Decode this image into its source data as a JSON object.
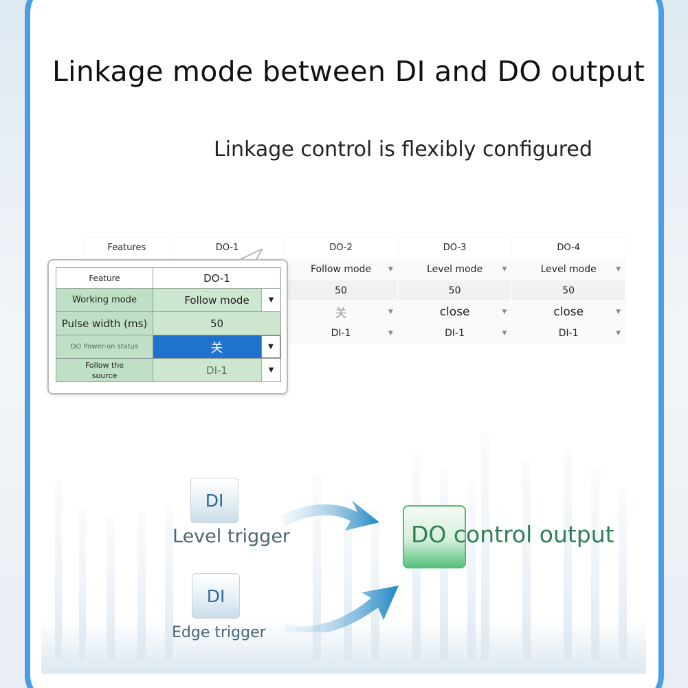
{
  "header": {
    "title": "Linkage mode between DI and DO output",
    "subtitle": "Linkage control is flexibly configured"
  },
  "table": {
    "columns": [
      "Features",
      "DO-1",
      "DO-2",
      "DO-3",
      "DO-4"
    ],
    "rows": [
      [
        "",
        "",
        "Follow mode",
        "Level mode",
        "Level mode"
      ],
      [
        "",
        "",
        "50",
        "50",
        "50"
      ],
      [
        "",
        "",
        "关",
        "close",
        "close"
      ],
      [
        "",
        "",
        "DI-1",
        "DI-1",
        "DI-1"
      ]
    ]
  },
  "popup": {
    "header": {
      "label": "Feature",
      "value": "DO-1"
    },
    "rows": [
      {
        "label": "Working mode",
        "value": "Follow mode"
      },
      {
        "label": "Pulse width (ms)",
        "value": "50"
      },
      {
        "label": "DO Power-on status",
        "value": "关"
      },
      {
        "label": "Follow the source",
        "value": "DI-1"
      }
    ]
  },
  "diagram": {
    "di_top": "DI",
    "di_top_label": "Level trigger",
    "di_bottom": "DI",
    "di_bottom_label": "Edge trigger",
    "output": "DO control output"
  },
  "colors": {
    "frame": "#4a9ee6",
    "highlight": "#1f73cf",
    "label_bg": "#bfe0c4",
    "output_text": "#2f7e55"
  },
  "icons": {
    "dropdown": "chevron-down-icon",
    "arrow": "curved-arrow-icon"
  }
}
